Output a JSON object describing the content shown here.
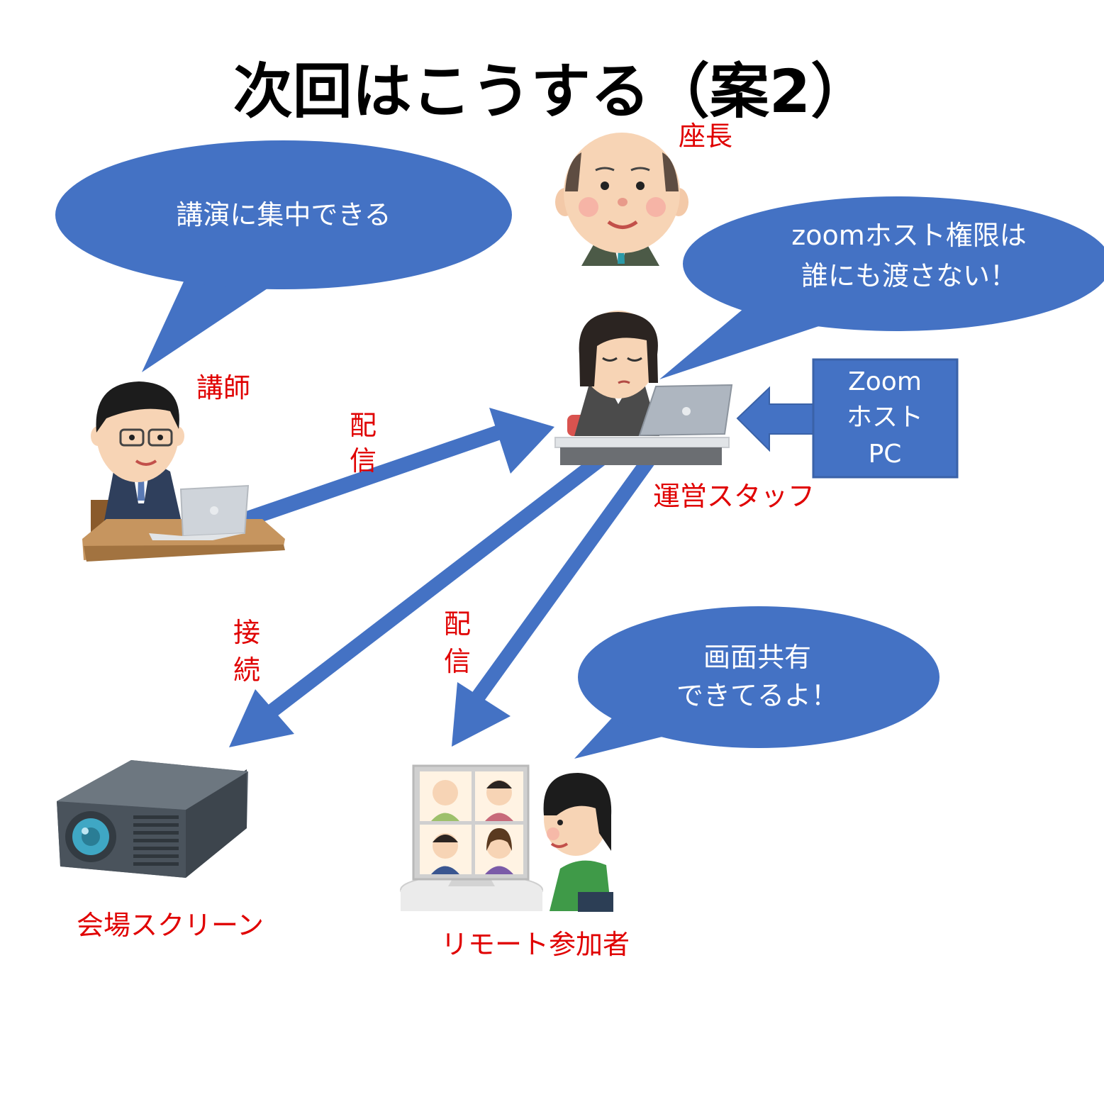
{
  "title": "次回はこうする（案2）",
  "colors": {
    "accent_blue": "#4472c4",
    "label_red": "#e00000"
  },
  "labels": {
    "chair": "座長",
    "lecturer": "講師",
    "staff": "運営スタッフ",
    "screen": "会場スクリーン",
    "remote": "リモート参加者"
  },
  "bubbles": {
    "lecturer": "講演に集中できる",
    "staff_line1": "zoomホスト権限は",
    "staff_line2": "誰にも渡さない！",
    "remote_line1": "画面共有",
    "remote_line2": "できてるよ！"
  },
  "host_box": {
    "line1": "Zoom",
    "line2": "ホスト",
    "line3": "PC"
  },
  "arrows": {
    "stream_top_1": "配",
    "stream_top_2": "信",
    "connect_1": "接",
    "connect_2": "続",
    "stream_bottom_1": "配",
    "stream_bottom_2": "信"
  },
  "icons": {
    "chair": "elderly-man-icon",
    "lecturer": "businessman-laptop-icon",
    "staff": "staff-woman-laptop-icon",
    "screen": "projector-icon",
    "remote": "remote-participant-icon"
  }
}
